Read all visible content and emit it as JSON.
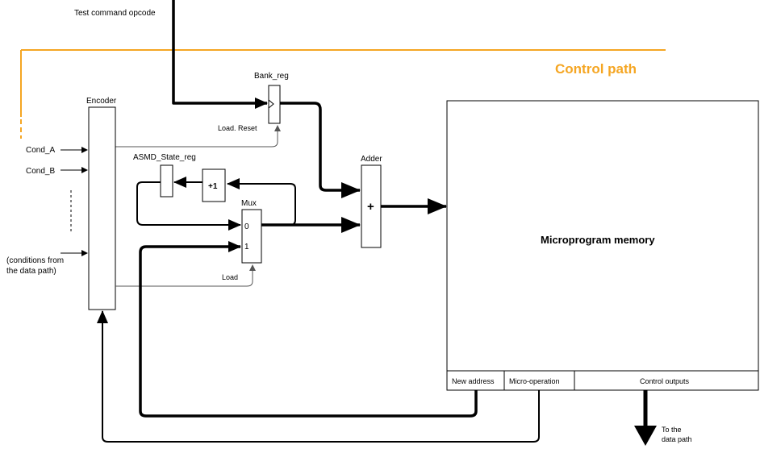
{
  "colors": {
    "control_path": "#f5a623",
    "line": "#000000",
    "background": "#ffffff"
  },
  "labels": {
    "test_command_opcode": "Test command opcode",
    "control_path": "Control path",
    "bank_reg": "Bank_reg",
    "load_reset": "Load. Reset",
    "encoder": "Encoder",
    "cond_a": "Cond_A",
    "cond_b": "Cond_B",
    "conditions_line1": "(conditions from",
    "conditions_line2": "the data path)",
    "asmd_state_reg": "ASMD_State_reg",
    "plus_one": "+1",
    "mux": "Mux",
    "mux_in0": "0",
    "mux_in1": "1",
    "load": "Load",
    "adder": "Adder",
    "adder_sign": "+",
    "microprogram_memory": "Microprogram memory",
    "new_address": "New address",
    "micro_operation": "Micro-operation",
    "control_outputs": "Control outputs",
    "to_data_path_line1": "To the",
    "to_data_path_line2": "data path"
  }
}
